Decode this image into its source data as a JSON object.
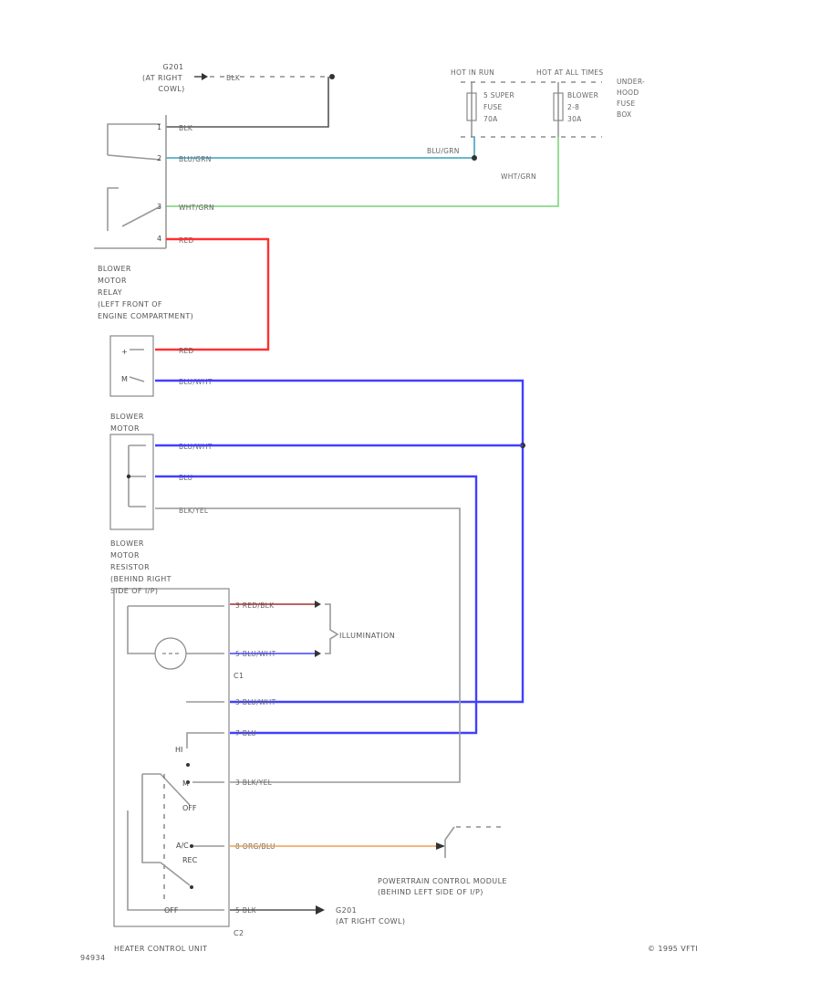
{
  "colors": {
    "red": "#ff3030",
    "blue": "#4040ff",
    "teal": "#50b0c8",
    "green": "#8cd88c",
    "orange": "#f0a050",
    "gray": "#999999",
    "black": "#333333",
    "darkred": "#a03030"
  },
  "labels": {
    "g201_top_a": "G201",
    "g201_top_b": "(AT RIGHT",
    "g201_top_c": "COWL)",
    "blk_top": "BLK",
    "hot_run": "HOT IN RUN",
    "hot_all": "HOT AT ALL TIMES",
    "fuse1_a": "5 SUPER",
    "fuse1_b": "FUSE",
    "fuse1_c": "70A",
    "fuse2_a": "BLOWER",
    "fuse2_b": "2-8",
    "fuse2_c": "30A",
    "box_a": "UNDER-",
    "box_b": "HOOD",
    "box_c": "FUSE",
    "box_d": "BOX",
    "blu_grn_right": "BLU/GRN",
    "wht_grn_right": "WHT/GRN",
    "relay_blk": "BLK",
    "relay_blugrn": "BLU/GRN",
    "relay_whtgrn": "WHT/GRN",
    "relay_red": "RED",
    "relay_a": "BLOWER",
    "relay_b": "MOTOR",
    "relay_c": "RELAY",
    "relay_d": "(LEFT FRONT OF",
    "relay_e": "ENGINE COMPARTMENT)",
    "motor_red": "RED",
    "motor_bluwht": "BLU/WHT",
    "motor_plus": "+",
    "motor_m": "M",
    "res_bluwht": "BLU/WHT",
    "res_blu": "BLU",
    "res_blkyel": "BLK/YEL",
    "blower_a": "BLOWER",
    "blower_b": "MOTOR",
    "res_a": "BLOWER",
    "res_b": "MOTOR",
    "res_c": "RESISTOR",
    "res_d": "(BEHIND RIGHT",
    "res_e": "SIDE OF I/P)",
    "pin_red_blk": "3 RED/BLK",
    "pin_blu_wht1": "5 BLU/WHT",
    "illumination": "ILLUMINATION",
    "c1": "C1",
    "pin_blu_wht2": "3 BLU/WHT",
    "pin_blu": "7 BLU",
    "pin_blk_yel": "3 BLK/YEL",
    "pin_org_blu": "8 ORG/BLU",
    "pin_blk": "5 BLK",
    "sw_hi": "HI",
    "sw_m": "M",
    "sw_off": "OFF",
    "sw_ac": "A/C",
    "sw_rec": "REC",
    "sw_off2": "OFF",
    "pcm_a": "POWERTRAIN CONTROL MODULE",
    "pcm_b": "(BEHIND LEFT SIDE OF I/P)",
    "g201_bot_a": "G201",
    "g201_bot_b": "(AT RIGHT COWL)",
    "c2": "C2",
    "hcu": "HEATER CONTROL UNIT",
    "fig_code": "94934",
    "copyright": "© 1995 VFTI"
  }
}
